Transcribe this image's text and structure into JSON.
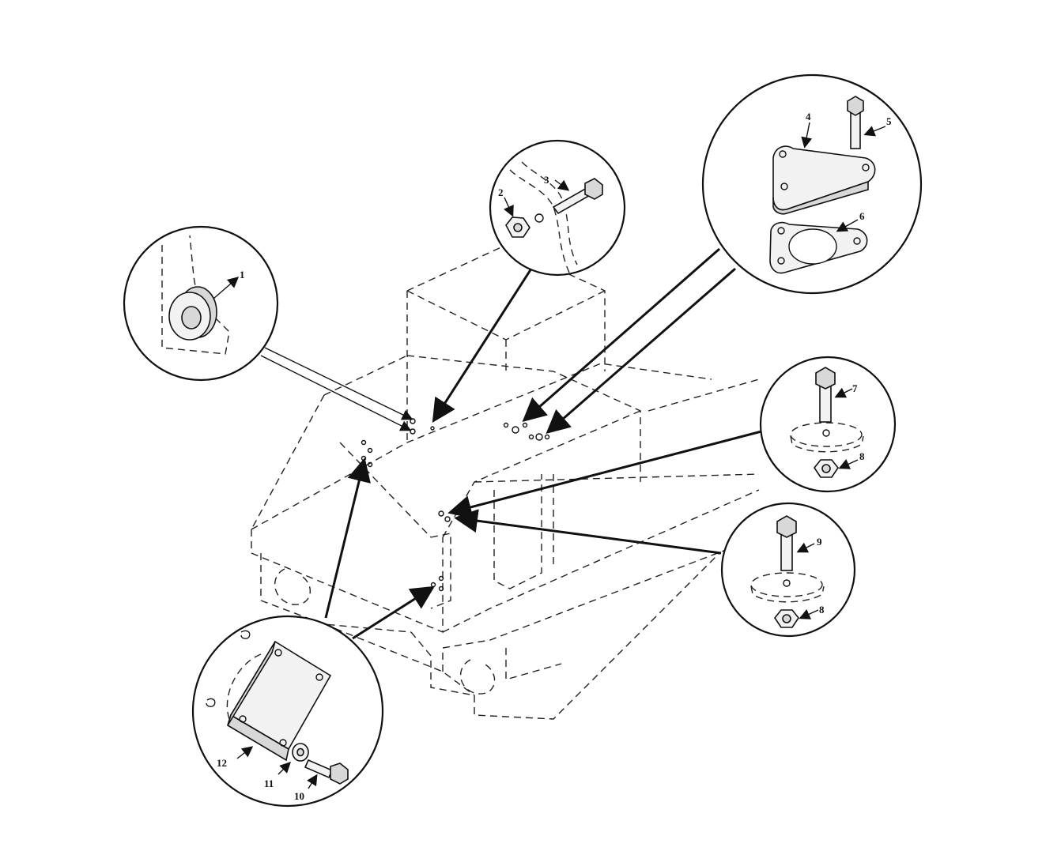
{
  "figure": {
    "callouts": [
      {
        "id": "c1",
        "label": "1"
      },
      {
        "id": "c2",
        "label": "2"
      },
      {
        "id": "c3",
        "label": "3"
      },
      {
        "id": "c4",
        "label": "4"
      },
      {
        "id": "c5",
        "label": "5"
      },
      {
        "id": "c6",
        "label": "6"
      },
      {
        "id": "c7",
        "label": "7"
      },
      {
        "id": "c8a",
        "label": "8"
      },
      {
        "id": "c9",
        "label": "9"
      },
      {
        "id": "c8b",
        "label": "8"
      },
      {
        "id": "c10",
        "label": "10"
      },
      {
        "id": "c11",
        "label": "11"
      },
      {
        "id": "c12",
        "label": "12"
      }
    ]
  }
}
